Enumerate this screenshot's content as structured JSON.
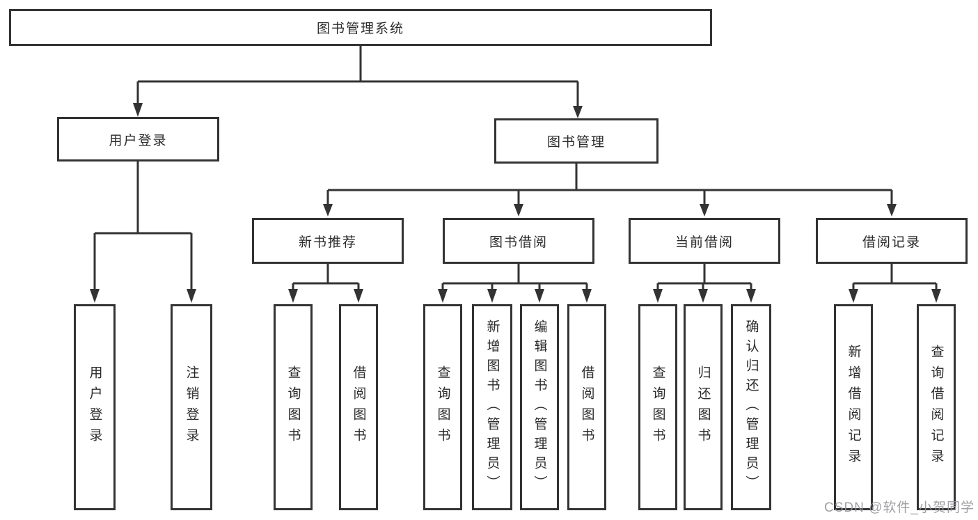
{
  "diagram": {
    "title": "图书管理系统",
    "root": {
      "label": "图书管理系统"
    },
    "level2": [
      {
        "label": "用户登录"
      },
      {
        "label": "图书管理"
      }
    ],
    "level3": [
      {
        "label": "新书推荐"
      },
      {
        "label": "图书借阅"
      },
      {
        "label": "当前借阅"
      },
      {
        "label": "借阅记录"
      }
    ],
    "leaves": [
      {
        "label": "用户登录",
        "parent": "用户登录"
      },
      {
        "label": "注销登录",
        "parent": "用户登录"
      },
      {
        "label": "查询图书",
        "parent": "新书推荐"
      },
      {
        "label": "借阅图书",
        "parent": "新书推荐"
      },
      {
        "label": "查询图书",
        "parent": "图书借阅"
      },
      {
        "label": "新增图书（管理员）",
        "parent": "图书借阅"
      },
      {
        "label": "编辑图书（管理员）",
        "parent": "图书借阅"
      },
      {
        "label": "借阅图书",
        "parent": "图书借阅"
      },
      {
        "label": "查询图书",
        "parent": "当前借阅"
      },
      {
        "label": "归还图书",
        "parent": "当前借阅"
      },
      {
        "label": "确认归还（管理员）",
        "parent": "当前借阅"
      },
      {
        "label": "新增借阅记录",
        "parent": "借阅记录"
      },
      {
        "label": "查询借阅记录",
        "parent": "借阅记录"
      }
    ]
  },
  "watermark": "CSDN @软件_小贺同学",
  "colors": {
    "background": "#ffffff",
    "line": "#333333",
    "box_border": "#333333",
    "text": "#2b2b2b",
    "watermark": "#96969c"
  }
}
